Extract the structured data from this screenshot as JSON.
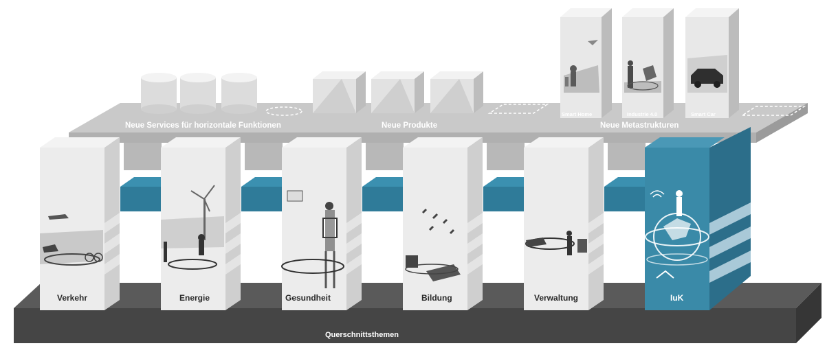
{
  "diagram": {
    "base_label": "Querschnittsthemen",
    "shelf_labels": {
      "services": "Neue Services für horizontale Funktionen",
      "products": "Neue Produkte",
      "meta": "Neue Metastrukturen"
    },
    "meta_pillars": [
      {
        "label": "Smart Home"
      },
      {
        "label": "Industrie 4.0"
      },
      {
        "label": "Smart Car"
      }
    ],
    "columns": [
      {
        "label": "Verkehr"
      },
      {
        "label": "Energie"
      },
      {
        "label": "Gesundheit"
      },
      {
        "label": "Bildung"
      },
      {
        "label": "Verwaltung"
      },
      {
        "label": "IuK"
      }
    ],
    "colors": {
      "base_top": "#555555",
      "base_front": "#444444",
      "shelf_top": "#c7c7c7",
      "shelf_front": "#adadad",
      "column_front": "#ececec",
      "column_side": "#cfcfcf",
      "accent_front": "#3a8aa8",
      "accent_side": "#2c6e8a",
      "connector": "#2f7b99"
    }
  }
}
